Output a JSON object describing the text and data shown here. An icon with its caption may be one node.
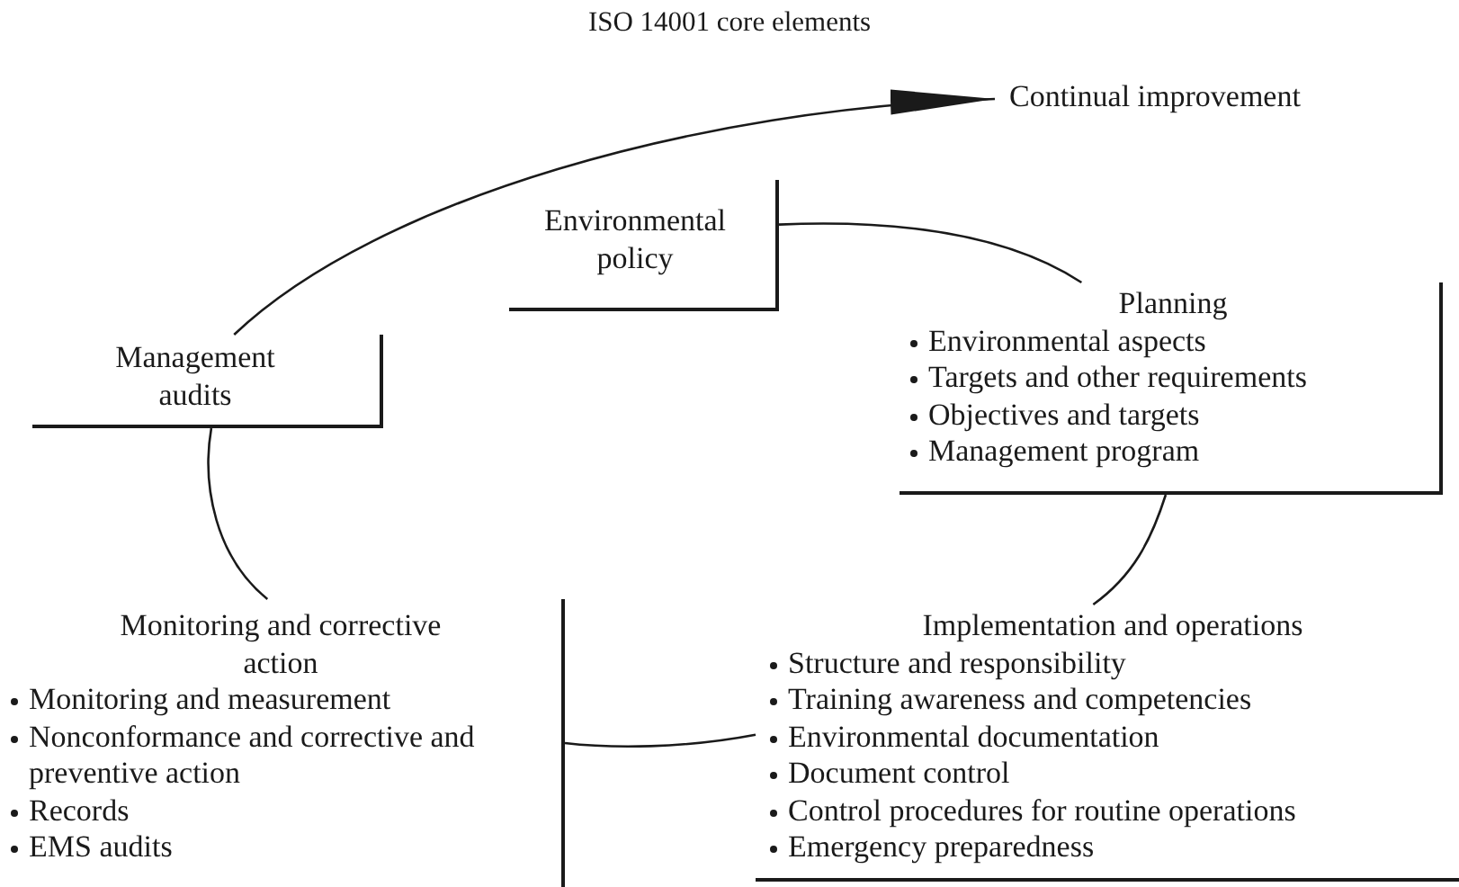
{
  "diagram": {
    "title": "ISO 14001 core elements",
    "nodes": [
      {
        "text": [
          "Continual improvement"
        ]
      },
      {
        "text": [
          "Environmental policy"
        ]
      },
      {
        "text": [
          "Planning",
          "Environmental aspects",
          "Targets and other requirements",
          "Objectives and targets",
          "Management program"
        ]
      },
      {
        "text": [
          "Management audits"
        ]
      },
      {
        "text": [
          "Monitoring and corrective action",
          "Monitoring and measurement",
          "Nonconformance and corrective and preventive action",
          "Records",
          "EMS audits"
        ]
      },
      {
        "text": [
          "Implementation and operations",
          "Structure and responsibility",
          "Training awareness and competencies",
          "Environmental documentation",
          "Document control",
          "Control procedures for routine operations",
          "Emergency preparedness"
        ]
      }
    ],
    "edges": [
      {
        "from": 3,
        "to": 0,
        "arrow": "to"
      },
      {
        "from": 1,
        "to": 2,
        "arrow": "none"
      },
      {
        "from": 2,
        "to": 5,
        "arrow": "none"
      },
      {
        "from": 5,
        "to": 4,
        "arrow": "none"
      },
      {
        "from": 4,
        "to": 3,
        "arrow": "none"
      }
    ]
  }
}
